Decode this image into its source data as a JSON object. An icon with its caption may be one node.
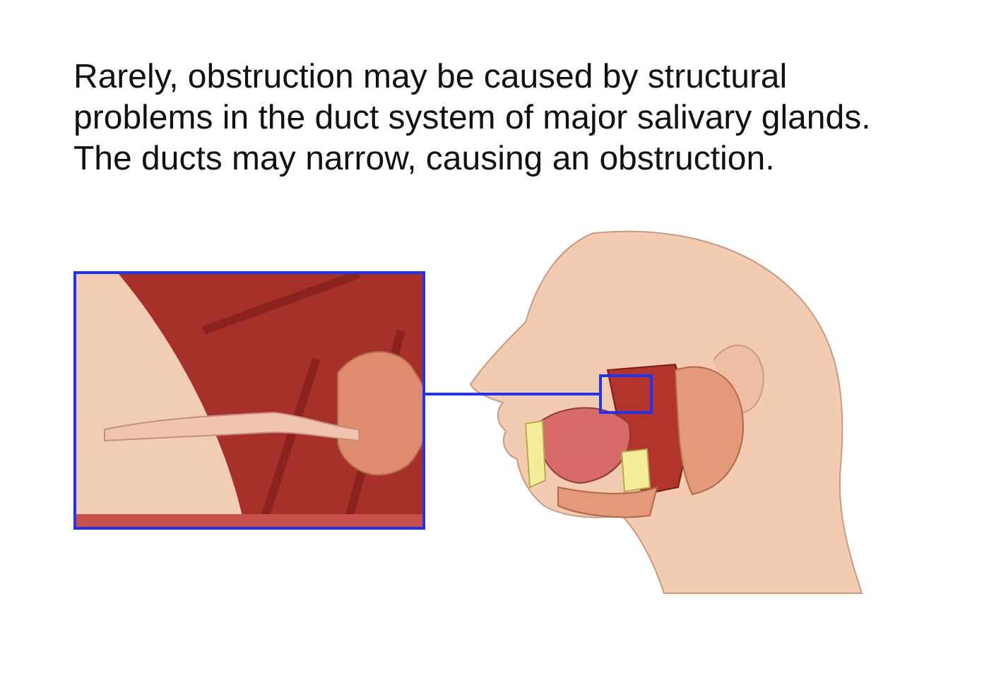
{
  "diagram": {
    "nodes": [
      {
        "text": [],
        "shape": "picture"
      },
      {
        "text": [],
        "shape": "box"
      }
    ],
    "edges": [
      {
        "from": 1,
        "to": 0,
        "arrow": "none"
      }
    ],
    "labels": [
      "Rarely, obstruction may be caused by structural problems in the duct system of major salivary glands. The ducts may narrow, causing an obstruction."
    ]
  }
}
